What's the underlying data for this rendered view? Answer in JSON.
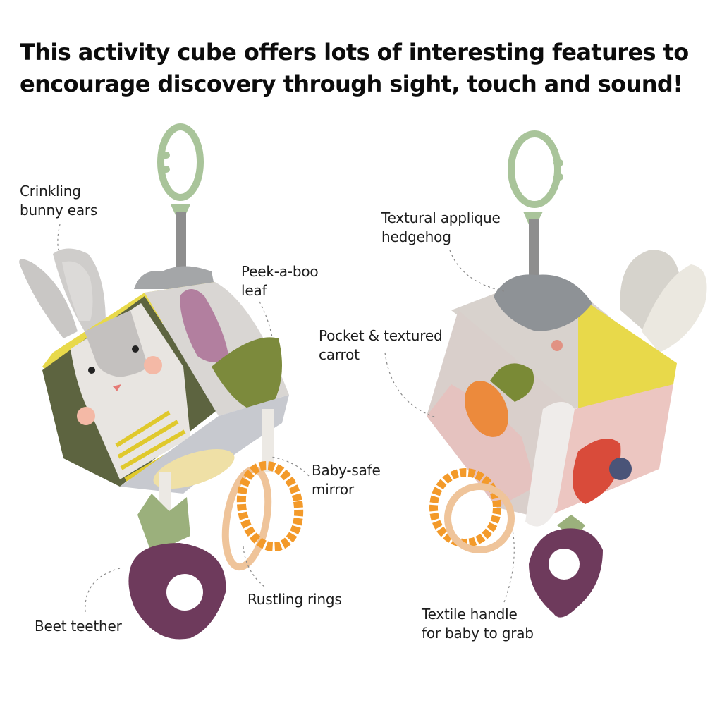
{
  "headline": {
    "line1": "This activity cube offers lots of interesting features to",
    "line2": "encourage discovery through sight, touch and sound!"
  },
  "left_product": {
    "name": "activity-cube-bunny-side",
    "callouts": [
      {
        "id": "bunny-ears",
        "line1": "Crinkling",
        "line2": "bunny ears"
      },
      {
        "id": "peekaboo-leaf",
        "line1": "Peek-a-boo",
        "line2": "leaf"
      },
      {
        "id": "mirror",
        "line1": "Baby-safe",
        "line2": "mirror"
      },
      {
        "id": "rings",
        "line1": "Rustling rings",
        "line2": ""
      },
      {
        "id": "beet",
        "line1": "Beet teether",
        "line2": ""
      }
    ]
  },
  "right_product": {
    "name": "activity-cube-hedgehog-side",
    "callouts": [
      {
        "id": "hedgehog",
        "line1": "Textural applique",
        "line2": "hedgehog"
      },
      {
        "id": "carrot",
        "line1": "Pocket & textured",
        "line2": "carrot"
      },
      {
        "id": "handle",
        "line1": "Textile handle",
        "line2": "for baby to grab"
      }
    ]
  },
  "colors": {
    "clip_green": "#a9c49a",
    "olive": "#5d6440",
    "yellow": "#e8d94a",
    "beet_purple": "#6e3a5c",
    "orange": "#f39a2a",
    "peach_ring": "#efc49a",
    "pink_face": "#e9c8bf",
    "ladybug_red": "#d94b3a"
  }
}
